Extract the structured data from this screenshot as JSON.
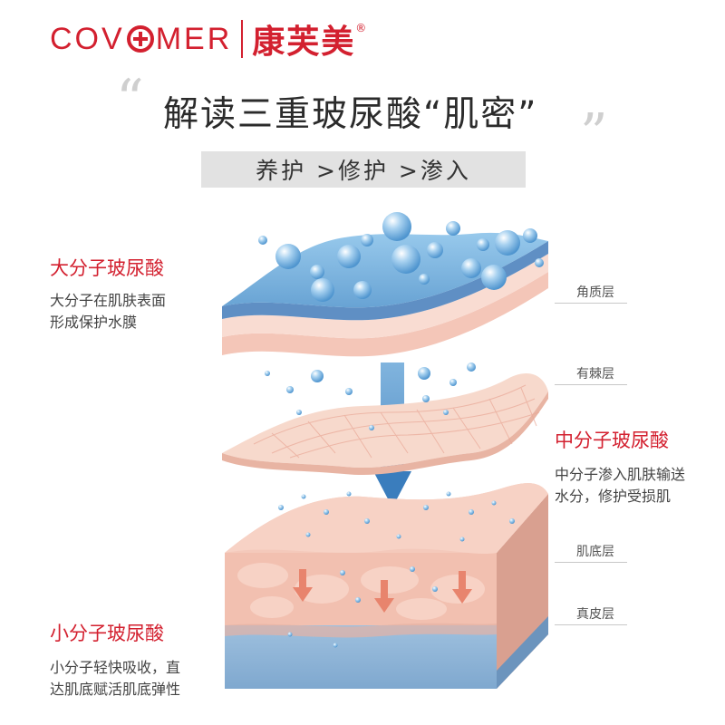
{
  "brand": {
    "en_left": "COV",
    "en_right": "MER",
    "cn": "康芙美",
    "reg": "®"
  },
  "headline": {
    "text": "解读三重玻尿酸“肌密”",
    "open_quote": "“",
    "close_quote": "”"
  },
  "subtitle": "养护 >修护 >渗入",
  "large_ha": {
    "title": "大分子玻尿酸",
    "desc_line1": "大分子在肌肤表面",
    "desc_line2": "形成保护水膜"
  },
  "medium_ha": {
    "title": "中分子玻尿酸",
    "desc_line1": "中分子渗入肌肤输送",
    "desc_line2": "水分，修护受损肌"
  },
  "small_ha": {
    "title": "小分子玻尿酸",
    "desc_line1": "小分子轻快吸收，直",
    "desc_line2": "达肌底赋活肌底弹性"
  },
  "layers": {
    "stratum_corneum": "角质层",
    "spinous": "有棘层",
    "basal": "肌底层",
    "dermis": "真皮层"
  },
  "colors": {
    "brand_red": "#d3202f",
    "water_blue": "#6fa8d6",
    "skin_pink": "#f3c2b4",
    "arrow_blue": "#4a8cc4"
  }
}
